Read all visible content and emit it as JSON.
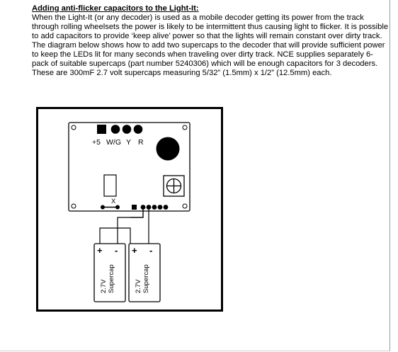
{
  "title": "Adding anti-flicker capacitors to the Light-It:",
  "body": "When the Light-It (or any decoder) is used as a mobile decoder getting its power from the track through rolling wheelsets the power is likely to be intermittent thus causing light to flicker.  It is possible to add capacitors to provide ‘keep alive’ power so that the lights will remain constant over dirty track.  The diagram below shows how to add two supercaps to the decoder that will provide sufficient power to keep the LEDs lit for many seconds when traveling over dirty track.  NCE supplies separately 6-pack of suitable supercaps (part number 5240306) which will be enough capacitors for 3 decoders.  These are 300mF 2.7 volt supercaps measuring 5/32” (1.5mm) x 1/2” (12.5mm) each.",
  "diagram": {
    "pin_labels": {
      "plus5": "+5",
      "wg": "W/G",
      "y": "Y",
      "r": "R"
    },
    "jumper_label": "X",
    "capacitors": [
      {
        "plus": "+",
        "minus": "-",
        "voltage": "2.7V",
        "type": "Supercap"
      },
      {
        "plus": "+",
        "minus": "-",
        "voltage": "2.7V",
        "type": "Supercap"
      }
    ]
  }
}
